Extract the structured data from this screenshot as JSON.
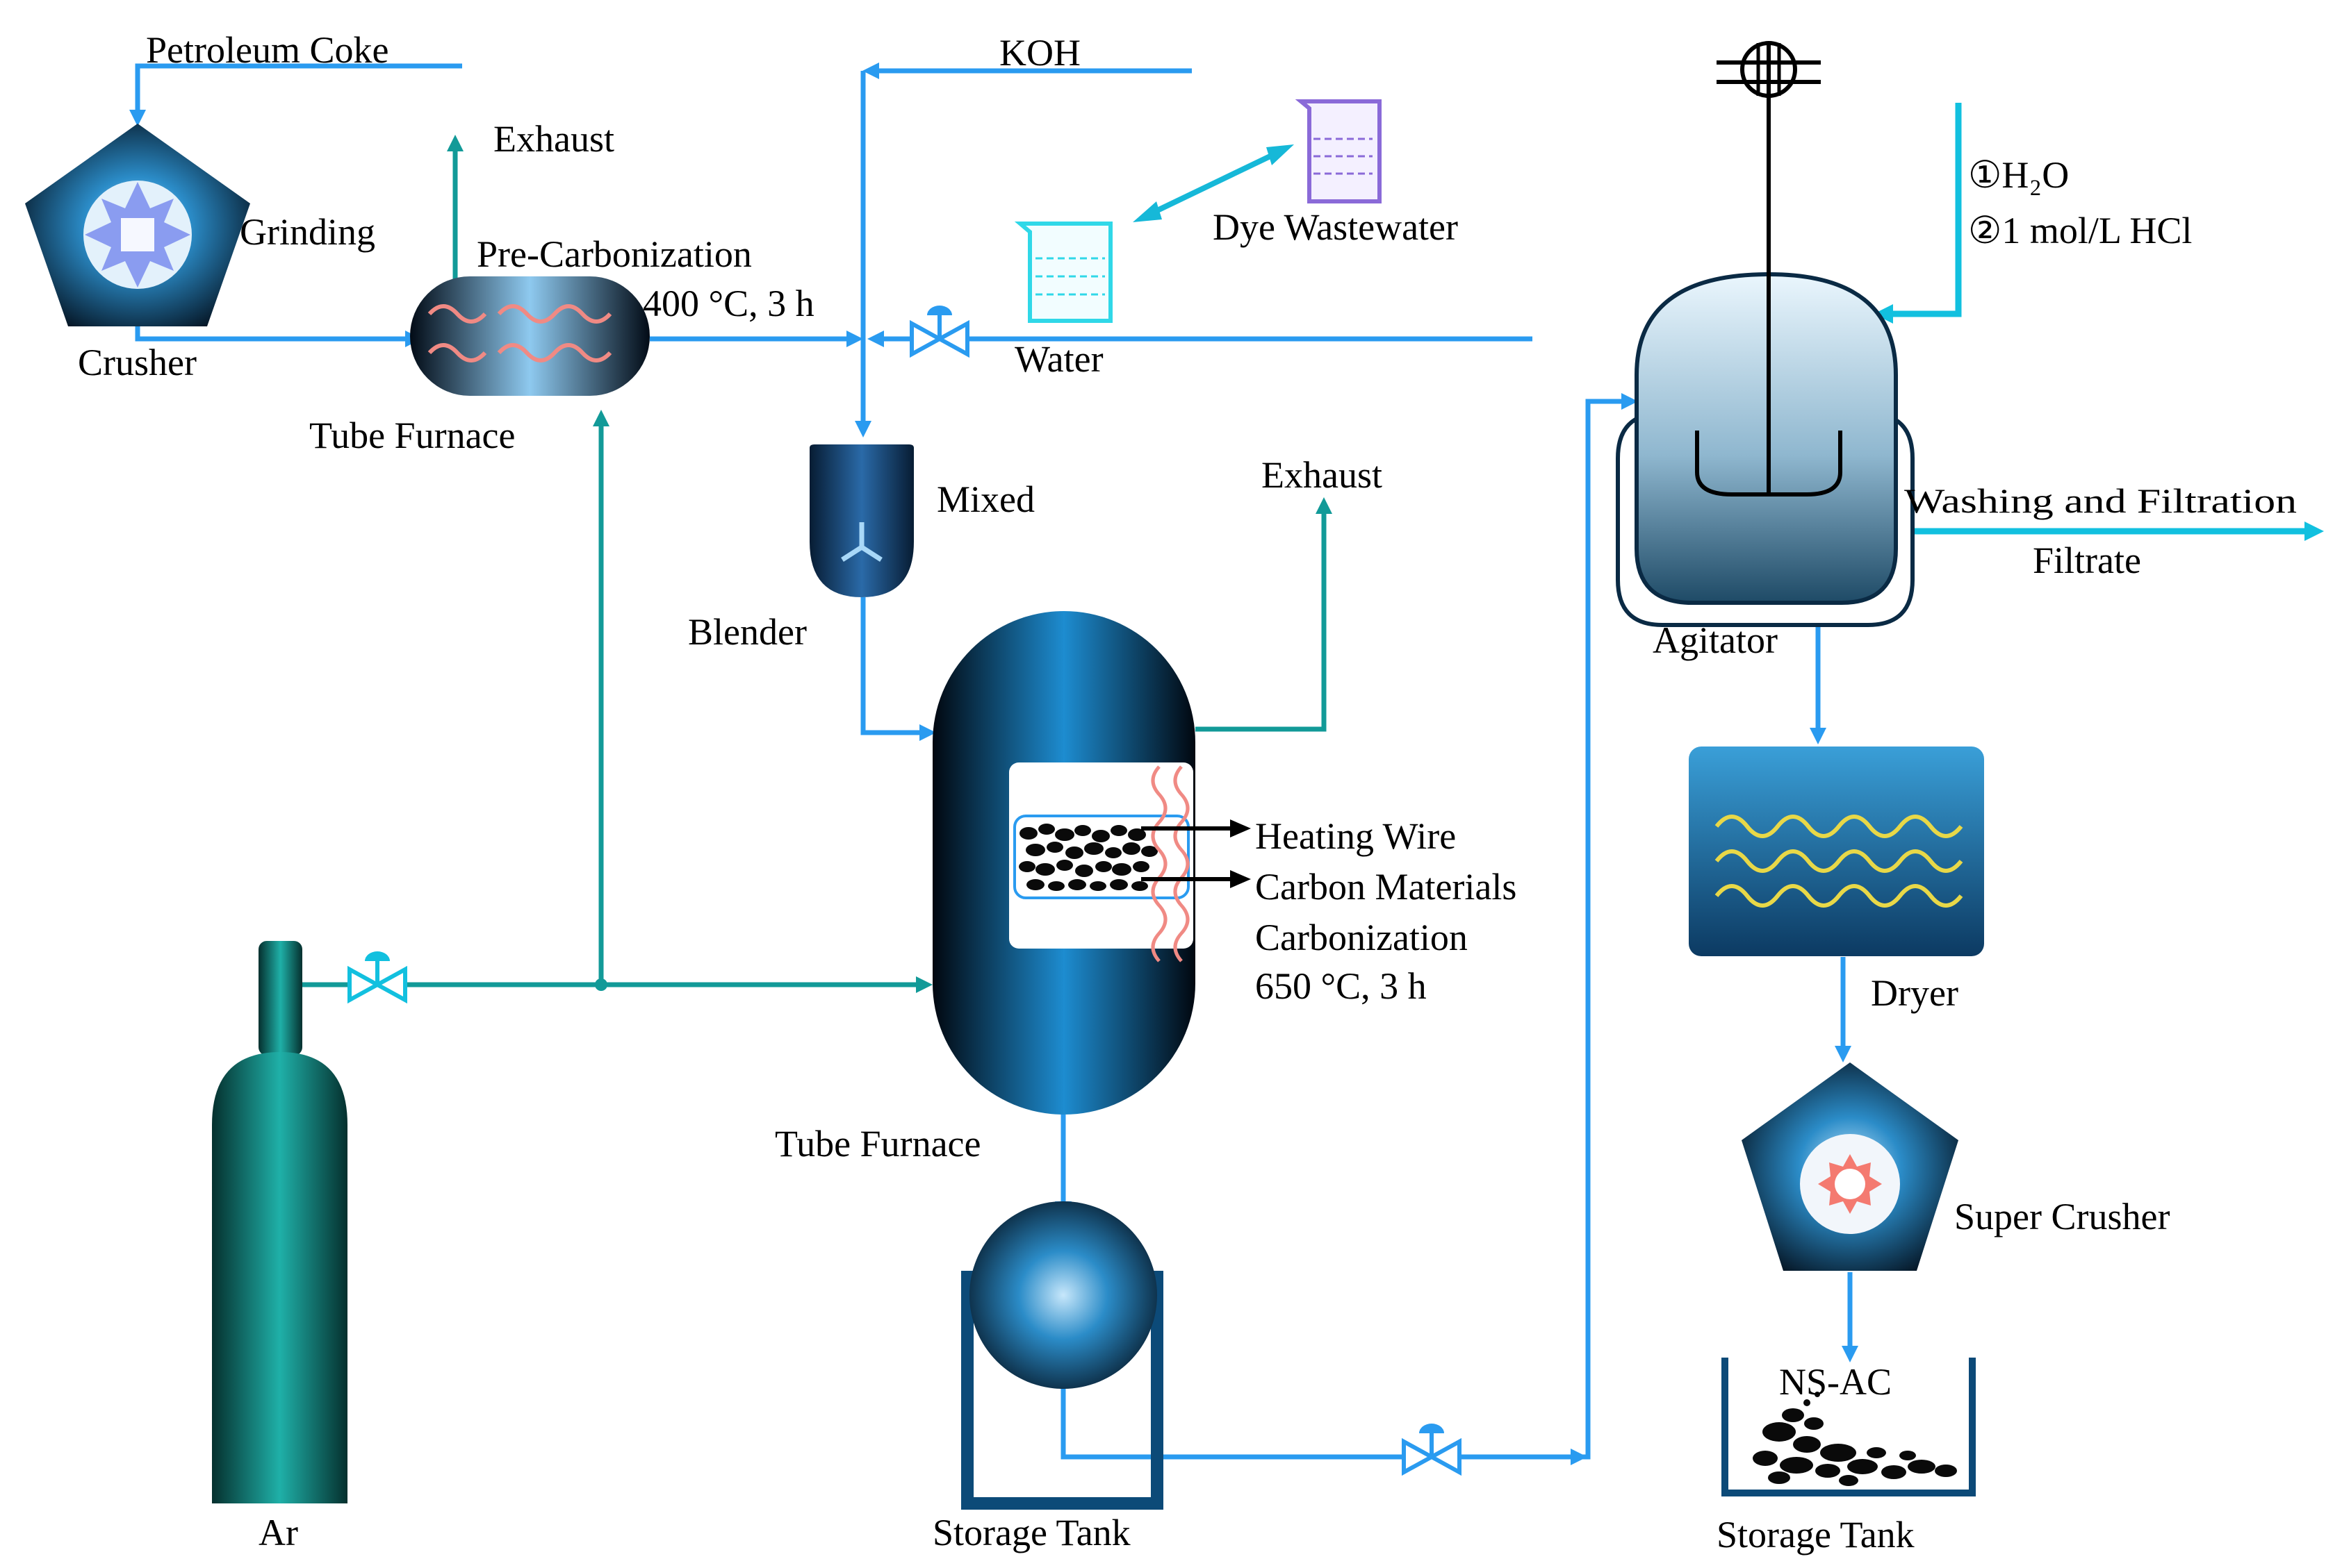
{
  "labels": {
    "petroleum_coke": "Petroleum Coke",
    "crusher": "Crusher",
    "grinding": "Grinding",
    "exhaust_1": "Exhaust",
    "pre_carbonization": "Pre-Carbonization",
    "pre_carb_condition": "400 °C, 3 h",
    "tube_furnace_1": "Tube Furnace",
    "koh": "KOH",
    "dye_wastewater": "Dye Wastewater",
    "water": "Water",
    "mixed": "Mixed",
    "blender": "Blender",
    "exhaust_2": "Exhaust",
    "heating_wire": "Heating Wire",
    "carbon_materials": "Carbon Materials",
    "carbonization": "Carbonization",
    "carb_condition": "650 °C, 3 h",
    "tube_furnace_2": "Tube Furnace",
    "ar": "Ar",
    "storage_tank_1": "Storage Tank",
    "reagent_1": "①H₂O",
    "reagent_2": "②1 mol/L HCl",
    "agitator": "Agitator",
    "washing_filtration": "Washing and Filtration",
    "filtrate": "Filtrate",
    "dryer": "Dryer",
    "super_crusher": "Super Crusher",
    "ns_ac": "NS-AC",
    "storage_tank_2": "Storage Tank"
  },
  "colors": {
    "pipe_blue": "#2a9bf0",
    "pipe_teal": "#129a98",
    "pipe_cyan": "#12c0df",
    "vessel_dark": "#03111f",
    "vessel_mid": "#1a86c4",
    "heater_pink": "#f08a84",
    "heater_yellow": "#e8d848",
    "beaker_purple": "#8a6ad8",
    "beaker_cyan": "#30d8e8"
  },
  "icons": {
    "crusher_rotor": "star-rotor-icon",
    "super_crusher_rotor": "sun-rotor-icon",
    "valve": "gate-valve-icon",
    "beaker": "beaker-icon",
    "stirrer": "stirrer-icon"
  }
}
